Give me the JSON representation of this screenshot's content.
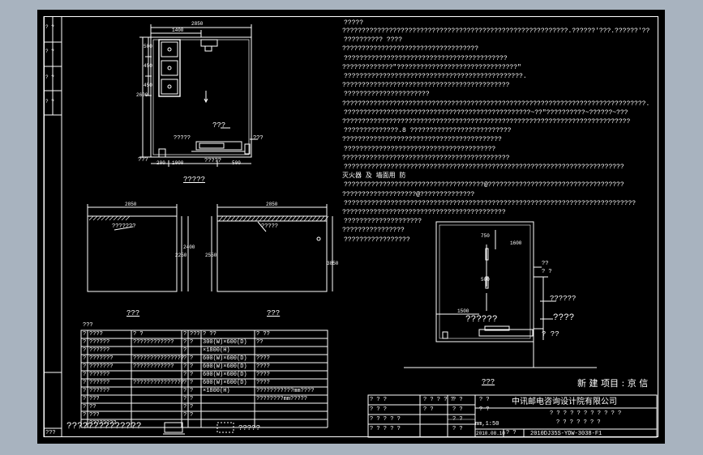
{
  "project": {
    "label": "新 建 项目 : 京 信",
    "company": "中讯邮电咨询设计院有限公司",
    "drawing_number": "2010DJ35S-YDW-3038-F1",
    "scale_text": "mm,1:50",
    "date_text": "2010.08.10",
    "title_cells": [
      "? ? ?",
      "? ?",
      "? ? ?",
      "? ?",
      "? ? ? ? ?",
      "? ?",
      "? ? ? ? ?",
      "? ?",
      "? ? ? ? ?",
      "? ?",
      "? ?",
      "? ?"
    ],
    "title_right_lines": [
      "? ? ? ? ? ? ? ? ? ? ?",
      "? ? ? ? ? ? ?"
    ],
    "sheet_cells": [
      "? ?",
      "? ?"
    ]
  },
  "left_strip": {
    "cells": [
      "? ?",
      "? ?",
      "? ?",
      "? ?"
    ],
    "bottom_label": "???"
  },
  "plan": {
    "dims": [
      "2850",
      "1400",
      "500",
      "450",
      "450",
      "2600",
      "200",
      "1000",
      "500"
    ],
    "labels": [
      "???",
      "?????",
      "???",
      "?????",
      "???"
    ],
    "caption": "?????"
  },
  "elevations": {
    "left_dims": [
      "2850",
      "2250",
      "2400"
    ],
    "right_dims": [
      "2850",
      "2550",
      "3850"
    ],
    "left_label": "???????",
    "right_label": "?????",
    "left_caption": "???",
    "right_caption": "???"
  },
  "section": {
    "dims": [
      "750",
      "1600",
      "500",
      "1500"
    ],
    "labels": [
      "??",
      "? ?",
      "??????",
      "????",
      "??????",
      "? ??"
    ],
    "caption": "???"
  },
  "notes": {
    "title": "?????",
    "lines": [
      "??????????????????????????????????????????????????????????.??????'???.??????'??",
      "??????????  ????",
      "???????????????????????????????????",
      "??????????????????????????????????????????",
      "?????????????\"???????????????????????????????\"",
      "??????????????????????????????????????????????.",
      "???????????????????????????????????????????",
      "??????????????????????",
      "??????????????????????????????????????????????????????????????????????????????.",
      "????????????????????????????????????????????????~??\"??????????~??????~???",
      "??????????????????????????????????????????????????????????????????????????",
      "??????????????.8  ??????????????????????????",
      "?????????????????????????????????????????",
      "???????????????????????????????????????",
      "???????????????????????????????????????????",
      "????????????????????????????????????????????????????????????????????????",
      "灭火器 及 墙面用 防",
      "????????????????????????????????????@???????????????????????????????????",
      "???????????????????@??????????????",
      "???????????????????????????????????????????????????????????????????????????",
      "??????????????????????????????????????????",
      "????????????????????",
      "????????????????",
      "?????????????????"
    ]
  },
  "table": {
    "title": "???",
    "headers": [
      "?",
      "????",
      "?     ?",
      "?",
      "???",
      "?   ??",
      "?   ??"
    ],
    "rows": [
      [
        "?",
        "??????",
        "????????????",
        "?",
        "?",
        "300(W)×600(D)",
        "??"
      ],
      [
        "?",
        "??????",
        "",
        "?",
        "",
        "×1800(H)",
        ""
      ],
      [
        "?",
        "???????",
        "???????????????",
        "?",
        "?",
        "600(W)×600(D)",
        "????"
      ],
      [
        "?",
        "???????",
        "????????????",
        "?",
        "?",
        "600(W)×600(D)",
        "????"
      ],
      [
        "?",
        "??????",
        "",
        "?",
        "?",
        "600(W)×600(D)",
        "????"
      ],
      [
        "?",
        "??????",
        "???????????????",
        "?",
        "?",
        "600(W)×600(D)",
        "????"
      ],
      [
        "?",
        "??????",
        "",
        "?",
        "?",
        "×1800(H)",
        "???????????mm????"
      ],
      [
        "?",
        "???",
        "",
        "?",
        "?",
        "",
        "????????mm?????"
      ],
      [
        "?",
        "??",
        "",
        "?",
        "?",
        "",
        ""
      ],
      [
        "?",
        "???",
        "",
        "?",
        "?",
        "",
        ""
      ],
      [
        "",
        "????????",
        "",
        "",
        "",
        "",
        ""
      ]
    ]
  },
  "legend": {
    "text1": "??????????????",
    "text2": "?????"
  }
}
